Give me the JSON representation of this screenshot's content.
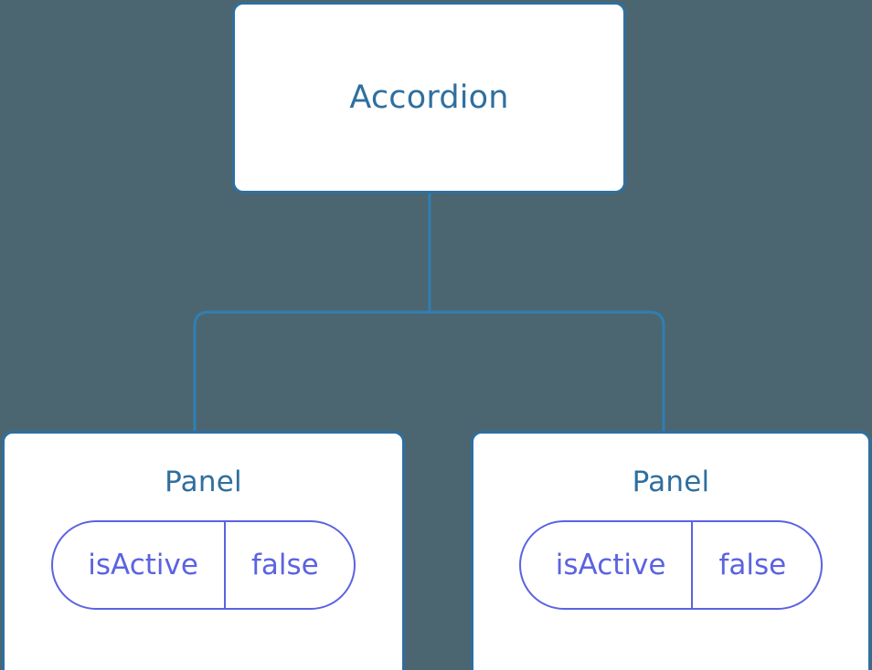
{
  "diagram": {
    "type": "component-tree",
    "background_color": "#4b6670",
    "node_border_color": "#2f6f9f",
    "node_fill_color": "#ffffff",
    "node_title_color": "#2f6f9f",
    "edge_color": "#2f7fb5",
    "prop_color": "#5b63e0",
    "root": {
      "label": "Accordion"
    },
    "children": [
      {
        "label": "Panel",
        "props": [
          {
            "key": "isActive",
            "value": "false"
          }
        ]
      },
      {
        "label": "Panel",
        "props": [
          {
            "key": "isActive",
            "value": "false"
          }
        ]
      }
    ],
    "edges": [
      {
        "from": "Accordion",
        "to": "Panel",
        "index": 0
      },
      {
        "from": "Accordion",
        "to": "Panel",
        "index": 1
      }
    ]
  }
}
